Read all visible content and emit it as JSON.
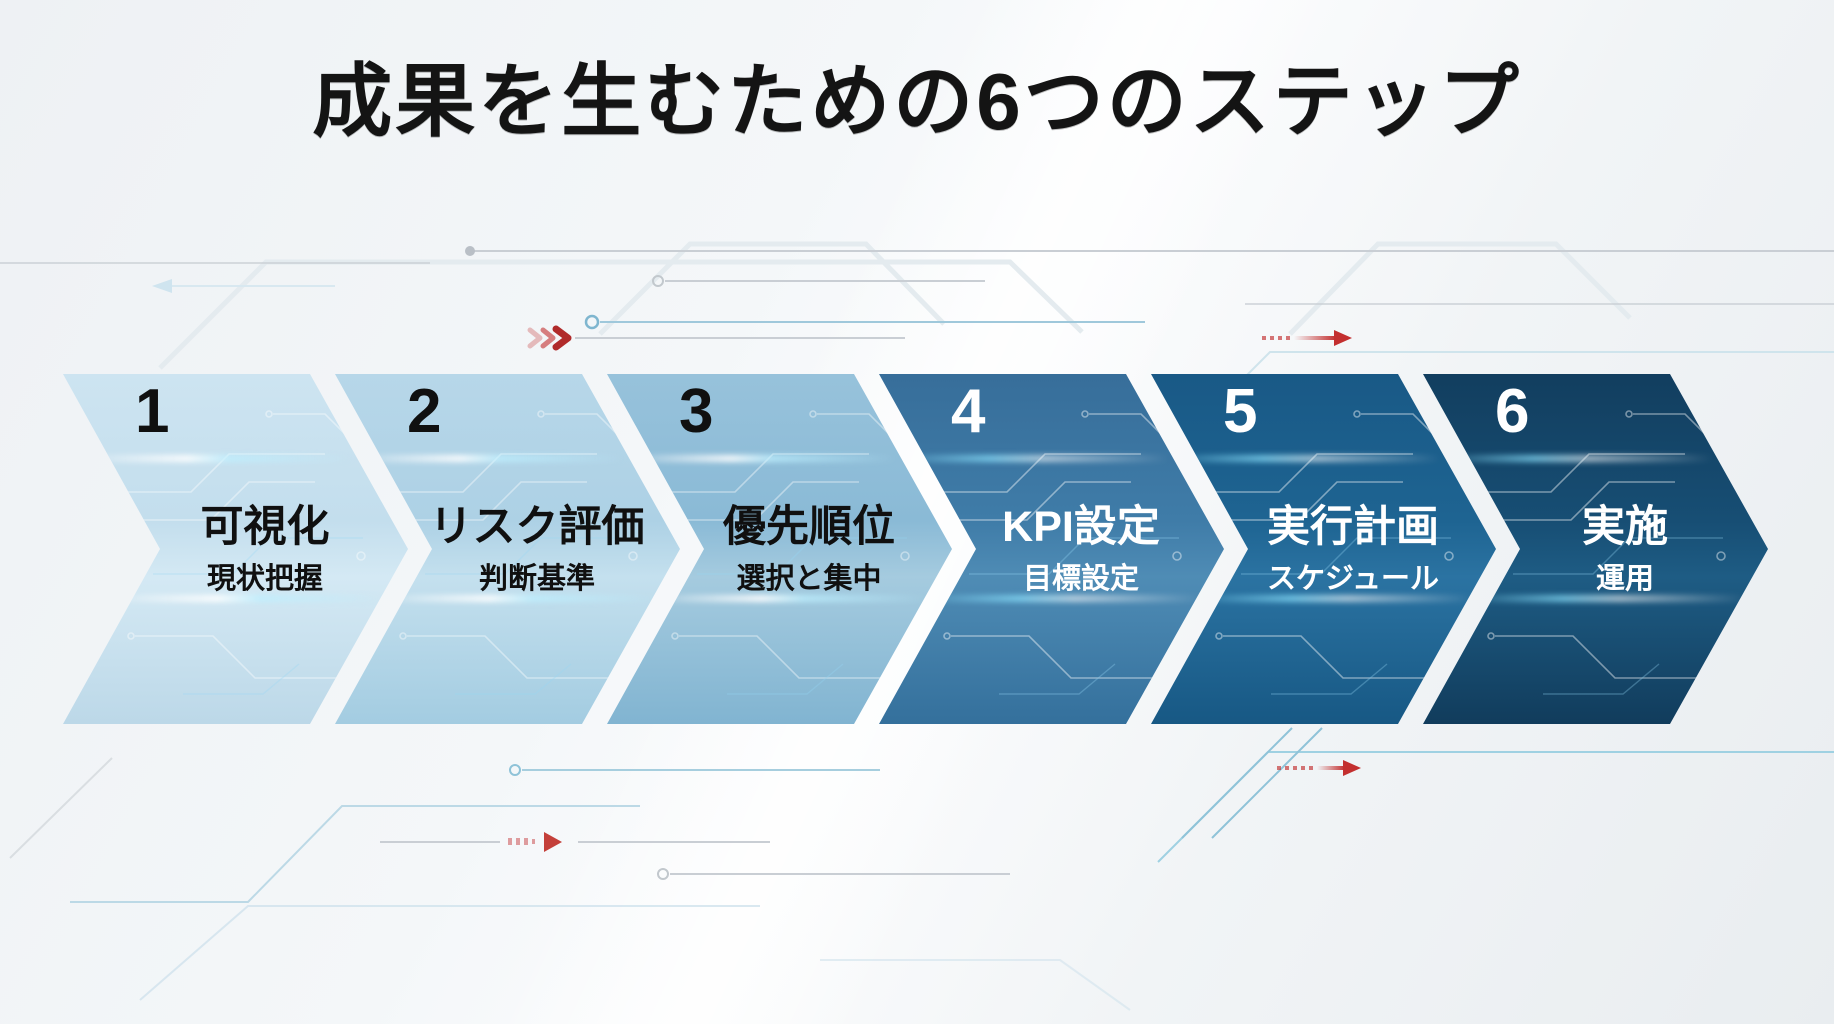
{
  "title": "成果を生むための6つのステップ",
  "steps": [
    {
      "number": "1",
      "title": "可視化",
      "subtitle": "現状把握",
      "color": "#c3deed",
      "text_color": "#101010"
    },
    {
      "number": "2",
      "title": "リスク評価",
      "subtitle": "判断基準",
      "color": "#add1e5",
      "text_color": "#101010"
    },
    {
      "number": "3",
      "title": "優先順位",
      "subtitle": "選択と集中",
      "color": "#8abad6",
      "text_color": "#101010"
    },
    {
      "number": "4",
      "title": "KPI設定",
      "subtitle": "目標設定",
      "color": "#3f7ca8",
      "text_color": "#ffffff"
    },
    {
      "number": "5",
      "title": "実行計画",
      "subtitle": "スケジュール",
      "color": "#1e6492",
      "text_color": "#ffffff"
    },
    {
      "number": "6",
      "title": "実施",
      "subtitle": "運用",
      "color": "#174e74",
      "text_color": "#ffffff"
    }
  ],
  "icons": {
    "red-triple-chevron-icon": "»",
    "red-dashed-arrow-icon": "→",
    "red-play-icon": "▶"
  },
  "palette": {
    "background": "#f1f4f6",
    "title_text": "#141414",
    "accent_red": "#c32f2f",
    "circuit_teal": "#a8cdde",
    "circuit_gray": "#c9ced4",
    "separator_white": "#ffffff"
  }
}
